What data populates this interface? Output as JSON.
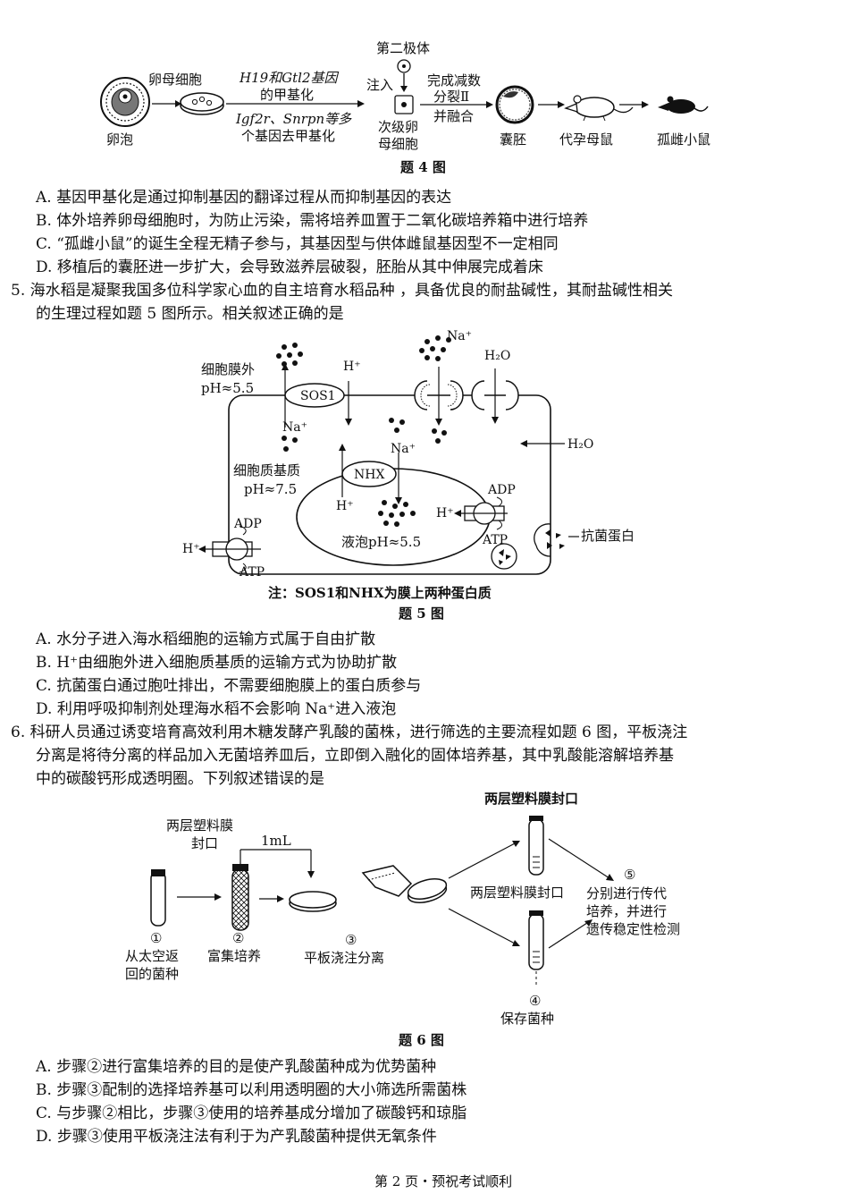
{
  "fig4": {
    "labels": {
      "follicle": "卵泡",
      "oocyte": "卵母细胞",
      "meth_top1": "H19和Gtl2基因",
      "meth_top2": "的甲基化",
      "demeth1": "Igf2r、Snrpn等多",
      "demeth2": "个基因去甲基化",
      "polar_body": "第二极体",
      "inject": "注入",
      "secondary_oocyte1": "次级卵",
      "secondary_oocyte2": "母细胞",
      "complete1": "完成减数",
      "complete2": "分裂Ⅱ",
      "complete3": "并融合",
      "blastocyst": "囊胚",
      "surrogate": "代孕母鼠",
      "orphan_mouse": "孤雌小鼠"
    },
    "caption": "题 4 图"
  },
  "q4_options": [
    "A. 基因甲基化是通过抑制基因的翻译过程从而抑制基因的表达",
    "B. 体外培养卵母细胞时，为防止污染，需将培养皿置于二氧化碳培养箱中进行培养",
    "C. “孤雌小鼠”的诞生全程无精子参与，其基因型与供体雌鼠基因型不一定相同",
    "D. 移植后的囊胚进一步扩大，会导致滋养层破裂，胚胎从其中伸展完成着床"
  ],
  "q5": {
    "line1": "5. 海水稻是凝聚我国多位科学家心血的自主培育水稻品种 ，具备优良的耐盐碱性，其耐盐碱性相关",
    "line2": "的生理过程如题 5 图所示。相关叙述正确的是"
  },
  "fig5": {
    "labels": {
      "outside": "细胞膜外",
      "outside_ph": "pH≈5.5",
      "sos1": "SOS1",
      "h_top": "H⁺",
      "na_top": "Na⁺",
      "h2o_top": "H₂O",
      "na_left": "Na⁺",
      "cytoplasm": "细胞质基质",
      "cyto_ph": "pH≈7.5",
      "nhx": "NHX",
      "na_mid": "Na⁺",
      "h2o_right": "H₂O",
      "h_vac": "H⁺",
      "adp_right": "ADP",
      "h_right": "H⁺",
      "atp_right": "ATP",
      "vacuole_ph": "液泡pH≈5.5",
      "adp_left": "ADP",
      "h_left": "H⁺",
      "atp_left": "ATP",
      "antibacterial": "抗菌蛋白"
    },
    "note": "注：SOS1和NHX为膜上两种蛋白质",
    "caption": "题 5 图"
  },
  "q5_options": [
    "A. 水分子进入海水稻细胞的运输方式属于自由扩散",
    "B. H⁺由细胞外进入细胞质基质的运输方式为协助扩散",
    "C. 抗菌蛋白通过胞吐排出，不需要细胞膜上的蛋白质参与",
    "D. 利用呼吸抑制剂处理海水稻不会影响 Na⁺进入液泡"
  ],
  "q6": {
    "line1": "6. 科研人员通过诱变培育高效利用木糖发酵产乳酸的菌株，进行筛选的主要流程如题 6 图，平板浇注",
    "line2": "分离是将待分离的样品加入无菌培养皿后，立即倒入融化的固体培养基，其中乳酸能溶解培养基",
    "line3": "中的碳酸钙形成透明圈。下列叙述错误的是"
  },
  "fig6": {
    "labels": {
      "seal_top": "两层塑料膜封口",
      "film1": "两层塑料膜",
      "film2": "封口",
      "ml": "1mL",
      "seal_mid": "两层塑料膜封口",
      "n5": "⑤",
      "s5_1": "分别进行传代",
      "s5_2": "培养，并进行",
      "s5_3": "遗传稳定性检测",
      "n1": "①",
      "s1_1": "从太空返",
      "s1_2": "回的菌种",
      "n2": "②",
      "s2": "富集培养",
      "n3": "③",
      "s3": "平板浇注分离",
      "n4": "④",
      "s4": "保存菌种"
    },
    "caption": "题 6 图"
  },
  "q6_options": [
    "A. 步骤②进行富集培养的目的是使产乳酸菌种成为优势菌种",
    "B. 步骤③配制的选择培养基可以利用透明圈的大小筛选所需菌株",
    "C. 与步骤②相比，步骤③使用的培养基成分增加了碳酸钙和琼脂",
    "D. 步骤③使用平板浇注法有利于为产乳酸菌种提供无氧条件"
  ],
  "footer": "第 2 页・预祝考试顺利"
}
